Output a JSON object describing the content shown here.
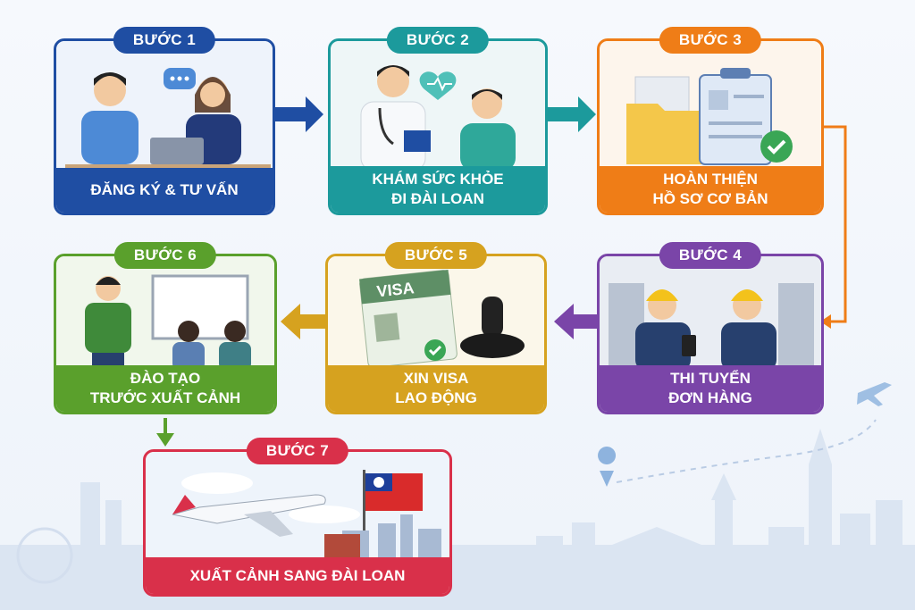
{
  "steps": [
    {
      "badge": "BƯỚC 1",
      "line1": "ĐĂNG KÝ & TƯ VẤN",
      "line2": "",
      "color": "#1f4ea3"
    },
    {
      "badge": "BƯỚC 2",
      "line1": "KHÁM SỨC KHỎE",
      "line2": "ĐI ĐÀI LOAN",
      "color": "#1c9a9c"
    },
    {
      "badge": "BƯỚC 3",
      "line1": "HOÀN THIỆN",
      "line2": "HỒ SƠ CƠ BẢN",
      "color": "#ef7d17"
    },
    {
      "badge": "BƯỚC 4",
      "line1": "THI TUYỂN",
      "line2": "ĐƠN HÀNG",
      "color": "#7a45a8"
    },
    {
      "badge": "BƯỚC 5",
      "line1": "XIN VISA",
      "line2": "LAO ĐỘNG",
      "color": "#d6a21f"
    },
    {
      "badge": "BƯỚC 6",
      "line1": "ĐÀO TẠO",
      "line2": "TRƯỚC XUẤT CẢNH",
      "color": "#5aa02c"
    },
    {
      "badge": "BƯỚC 7",
      "line1": "XUẤT CẢNH SANG ĐÀI LOAN",
      "line2": "",
      "color": "#d9304a"
    }
  ],
  "visa_text": "VISA"
}
